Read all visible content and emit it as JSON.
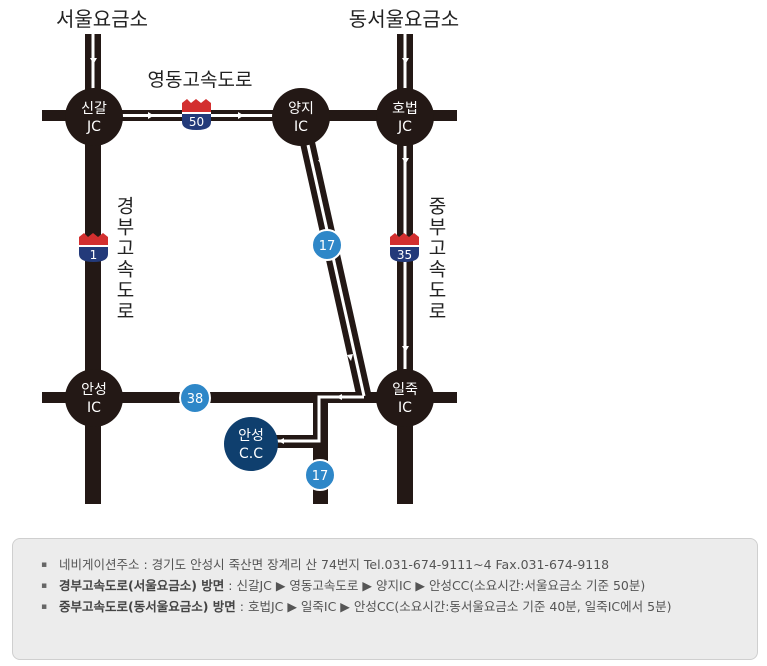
{
  "map": {
    "top_labels": {
      "left": "서울요금소",
      "right": "동서울요금소"
    },
    "road_labels": {
      "yeongdong": "영동고속도로",
      "gyeongbu": "경부고속도로",
      "jungbu": "중부고속도로"
    },
    "route_shields": {
      "route_50": "50",
      "route_1": "1",
      "route_35": "35"
    },
    "route_badges": {
      "route_17_upper": "17",
      "route_38": "38",
      "route_17_lower": "17"
    },
    "junctions": {
      "singal": {
        "line1": "신갈",
        "line2": "JC"
      },
      "yangji": {
        "line1": "양지",
        "line2": "IC"
      },
      "hobeop": {
        "line1": "호법",
        "line2": "JC"
      },
      "anseong": {
        "line1": "안성",
        "line2": "IC"
      },
      "iljuk": {
        "line1": "일죽",
        "line2": "IC"
      }
    },
    "destination": {
      "line1": "안성",
      "line2": "C.C"
    },
    "colors": {
      "road": "#231815",
      "badge_blue": "#2e87c8",
      "destination_navy": "#0f3f6e",
      "shield_red": "#d32f2f",
      "shield_navy": "#233a7a"
    }
  },
  "info": {
    "line1": "네비게이션주소 : 경기도 안성시 죽산면 장계리 산 74번지   Tel.031-674-9111~4   Fax.031-674-9118",
    "line2_bold": "경부고속도로(서울요금소) 방면",
    "line2_rest": " : 신갈JC ▶ 영동고속도로 ▶ 양지IC ▶ 안성CC(소요시간:서울요금소 기준 50분)",
    "line3_bold": "중부고속도로(동서울요금소) 방면",
    "line3_rest": " : 호법JC ▶ 일죽IC ▶ 안성CC(소요시간:동서울요금소 기준 40분, 일죽IC에서 5분)"
  }
}
